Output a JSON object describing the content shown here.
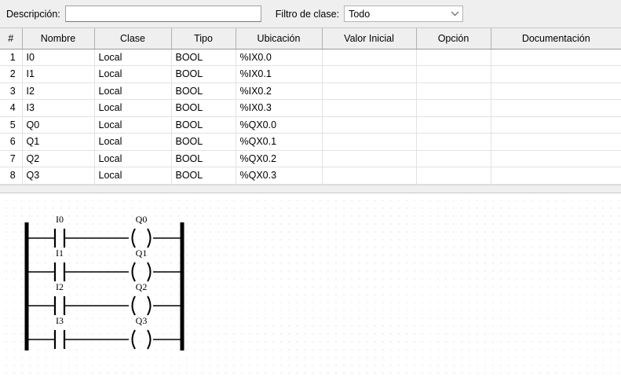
{
  "toolbar": {
    "description_label": "Descripción:",
    "description_value": "",
    "description_placeholder": "",
    "class_filter_label": "Filtro de clase:",
    "class_filter_value": "Todo",
    "class_filter_options": [
      "Todo"
    ]
  },
  "table": {
    "columns": [
      "#",
      "Nombre",
      "Clase",
      "Tipo",
      "Ubicación",
      "Valor Inicial",
      "Opción",
      "Documentación"
    ],
    "rows": [
      {
        "index": "1",
        "nombre": "I0",
        "clase": "Local",
        "tipo": "BOOL",
        "ubicacion": "%IX0.0",
        "valor_inicial": "",
        "opcion": "",
        "documentacion": ""
      },
      {
        "index": "2",
        "nombre": "I1",
        "clase": "Local",
        "tipo": "BOOL",
        "ubicacion": "%IX0.1",
        "valor_inicial": "",
        "opcion": "",
        "documentacion": ""
      },
      {
        "index": "3",
        "nombre": "I2",
        "clase": "Local",
        "tipo": "BOOL",
        "ubicacion": "%IX0.2",
        "valor_inicial": "",
        "opcion": "",
        "documentacion": ""
      },
      {
        "index": "4",
        "nombre": "I3",
        "clase": "Local",
        "tipo": "BOOL",
        "ubicacion": "%IX0.3",
        "valor_inicial": "",
        "opcion": "",
        "documentacion": ""
      },
      {
        "index": "5",
        "nombre": "Q0",
        "clase": "Local",
        "tipo": "BOOL",
        "ubicacion": "%QX0.0",
        "valor_inicial": "",
        "opcion": "",
        "documentacion": ""
      },
      {
        "index": "6",
        "nombre": "Q1",
        "clase": "Local",
        "tipo": "BOOL",
        "ubicacion": "%QX0.1",
        "valor_inicial": "",
        "opcion": "",
        "documentacion": ""
      },
      {
        "index": "7",
        "nombre": "Q2",
        "clase": "Local",
        "tipo": "BOOL",
        "ubicacion": "%QX0.2",
        "valor_inicial": "",
        "opcion": "",
        "documentacion": ""
      },
      {
        "index": "8",
        "nombre": "Q3",
        "clase": "Local",
        "tipo": "BOOL",
        "ubicacion": "%QX0.3",
        "valor_inicial": "",
        "opcion": "",
        "documentacion": ""
      }
    ]
  },
  "ladder": {
    "rungs": [
      {
        "contact_label": "I0",
        "coil_label": "Q0"
      },
      {
        "contact_label": "I1",
        "coil_label": "Q1"
      },
      {
        "contact_label": "I2",
        "coil_label": "Q2"
      },
      {
        "contact_label": "I3",
        "coil_label": "Q3"
      }
    ],
    "colors": {
      "wire": "#000000",
      "rail": "#000000",
      "grid_dot": "#c9c9c9",
      "label": "#000000"
    }
  },
  "icons": {
    "combo_arrow": "chevron-down-icon"
  }
}
